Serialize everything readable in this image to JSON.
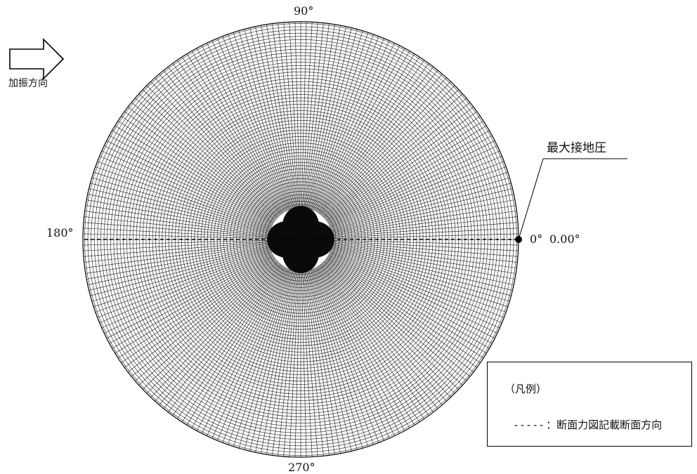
{
  "direction_label": "加振方向",
  "angles": {
    "top": "90°",
    "left": "180°",
    "right": "0°",
    "bottom": "270°"
  },
  "max_pressure": {
    "label": "最大接地圧",
    "value": "0.00°"
  },
  "legend": {
    "title": "（凡例）",
    "line_symbol": "-----",
    "line_label": "：断面力図記載断面方向"
  },
  "colors": {
    "mesh": "#1a1a1a",
    "background": "#ffffff"
  }
}
